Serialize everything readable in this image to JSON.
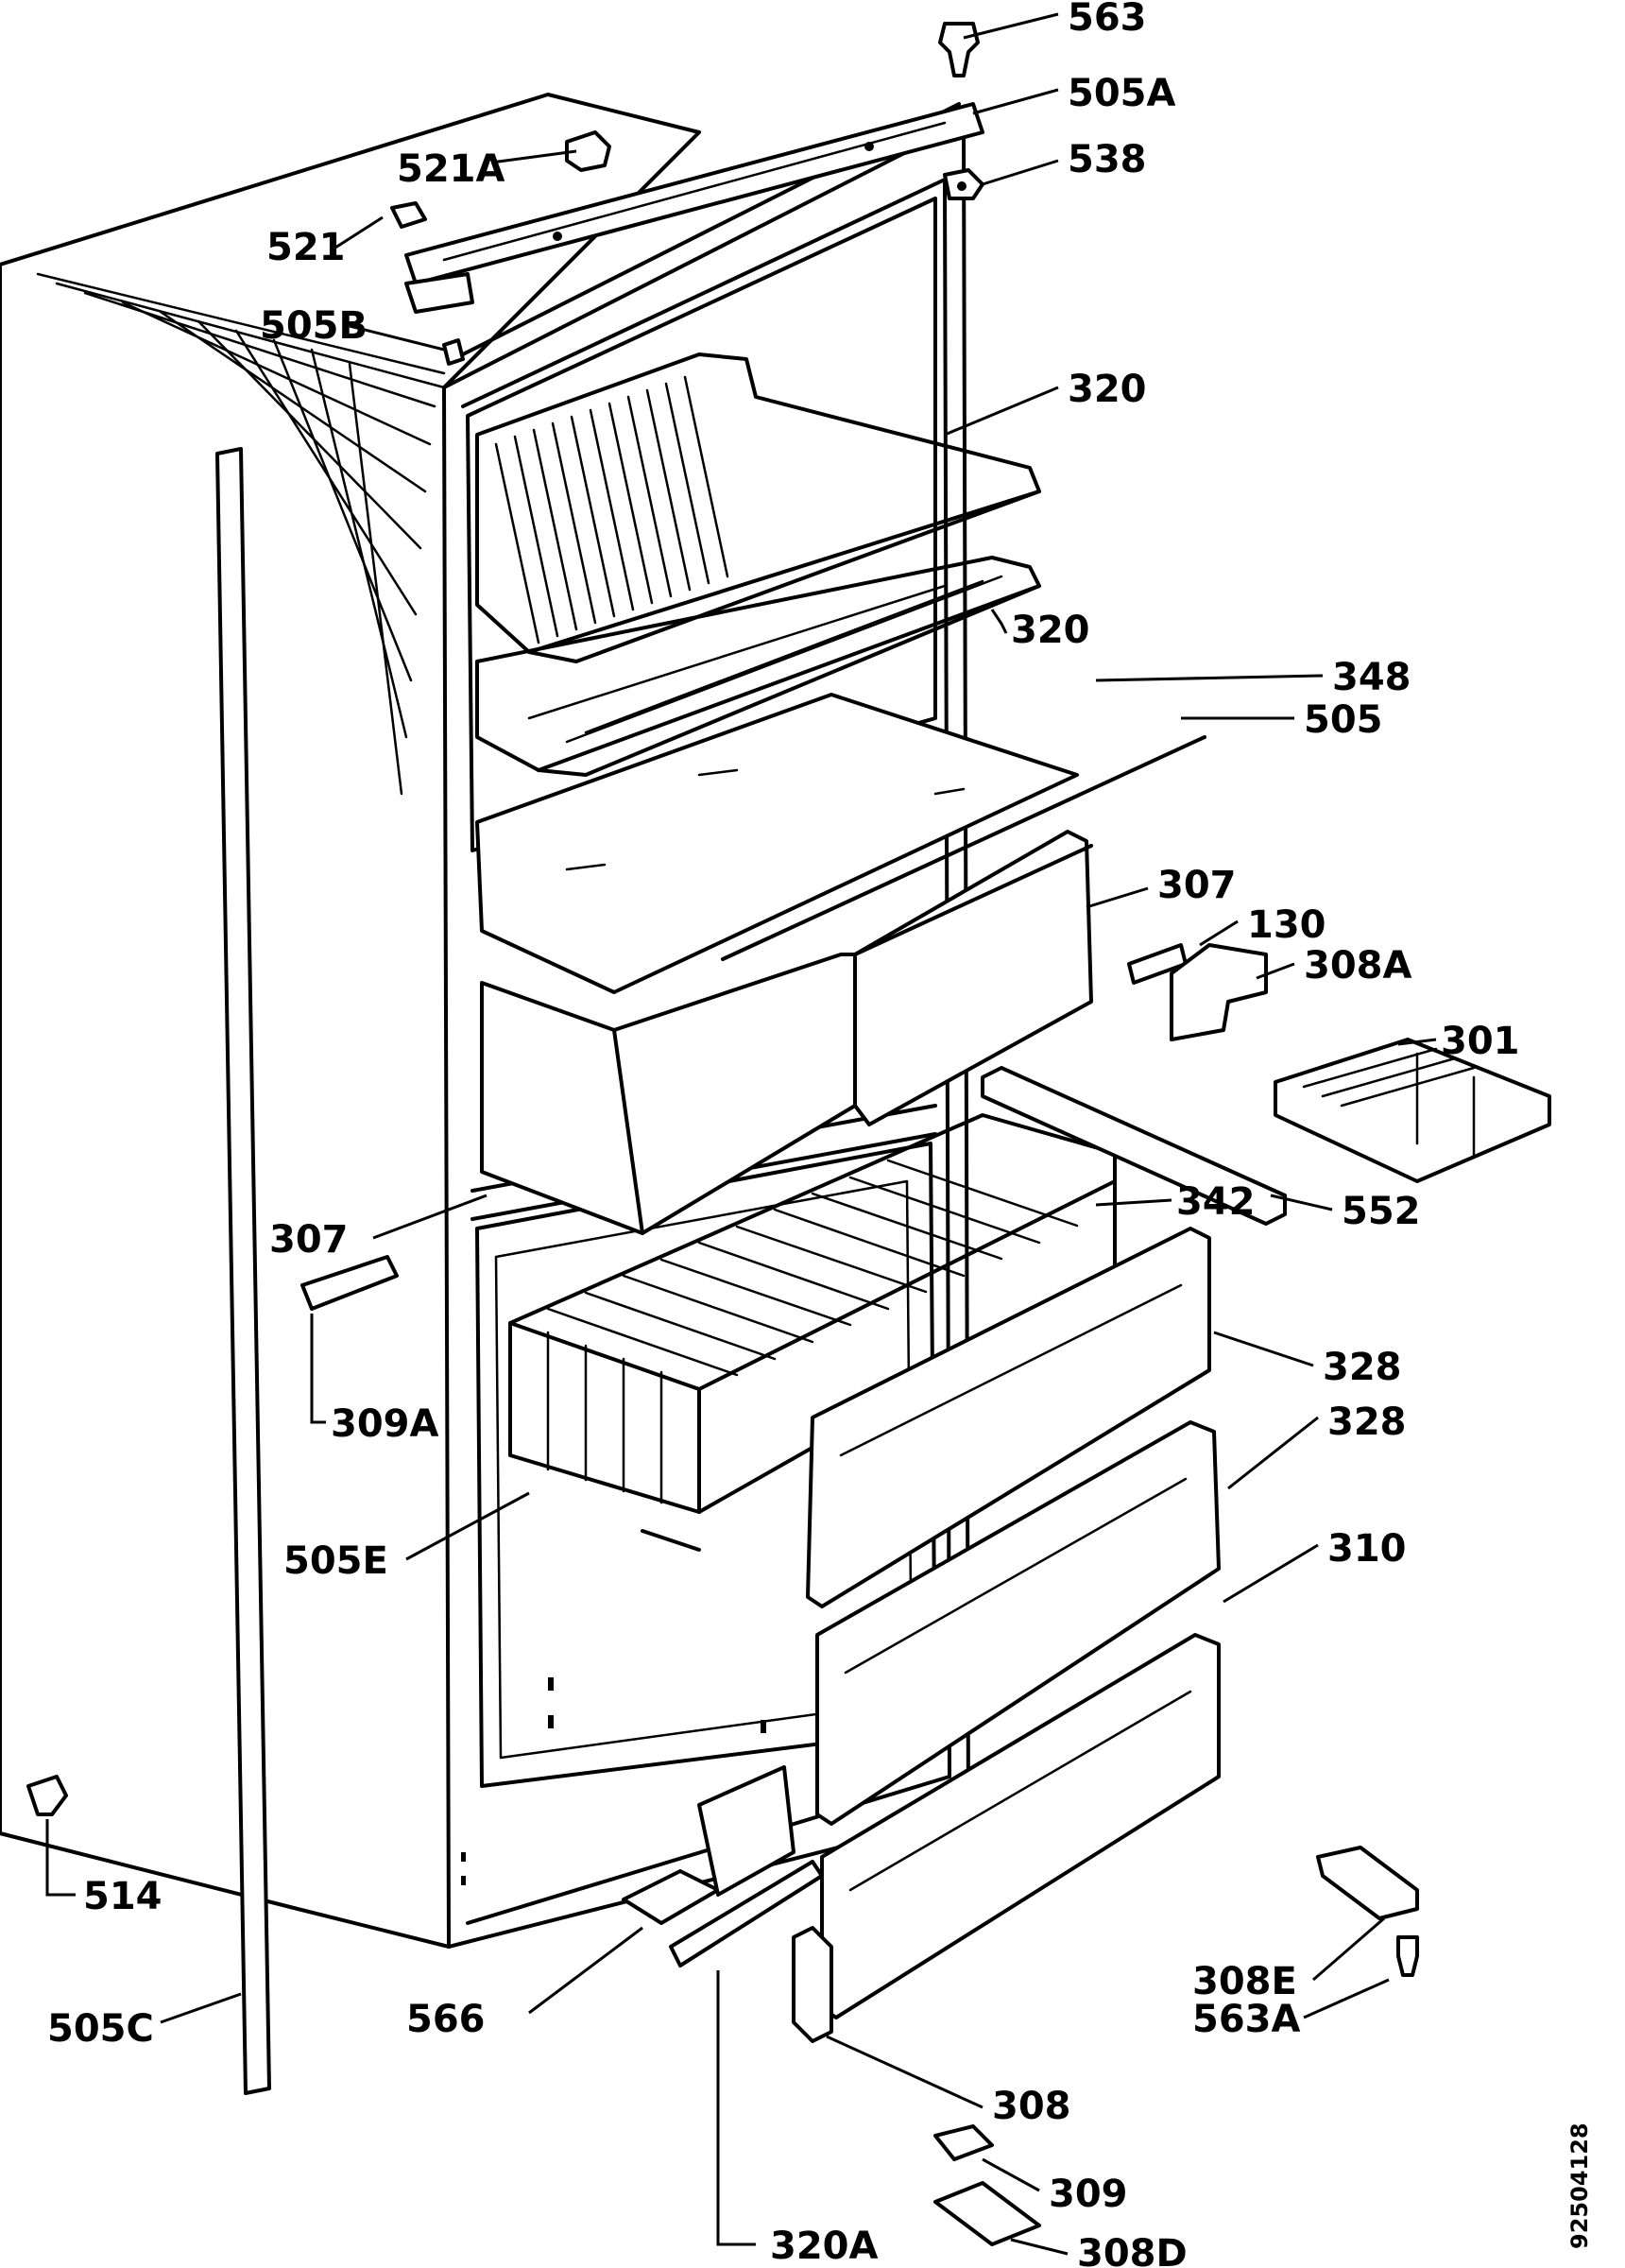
{
  "callouts": [
    {
      "id": "563",
      "label": "563"
    },
    {
      "id": "505A",
      "label": "505A"
    },
    {
      "id": "521A",
      "label": "521A"
    },
    {
      "id": "538",
      "label": "538"
    },
    {
      "id": "521",
      "label": "521"
    },
    {
      "id": "505B",
      "label": "505B"
    },
    {
      "id": "320-upper",
      "label": "320"
    },
    {
      "id": "320-lower",
      "label": "320"
    },
    {
      "id": "348",
      "label": "348"
    },
    {
      "id": "505",
      "label": "505"
    },
    {
      "id": "307-right",
      "label": "307"
    },
    {
      "id": "130",
      "label": "130"
    },
    {
      "id": "308A",
      "label": "308A"
    },
    {
      "id": "301",
      "label": "301"
    },
    {
      "id": "342",
      "label": "342"
    },
    {
      "id": "552",
      "label": "552"
    },
    {
      "id": "307-left",
      "label": "307"
    },
    {
      "id": "309A",
      "label": "309A"
    },
    {
      "id": "328-upper",
      "label": "328"
    },
    {
      "id": "328-lower",
      "label": "328"
    },
    {
      "id": "310",
      "label": "310"
    },
    {
      "id": "505E",
      "label": "505E"
    },
    {
      "id": "514",
      "label": "514"
    },
    {
      "id": "308E",
      "label": "308E"
    },
    {
      "id": "563A",
      "label": "563A"
    },
    {
      "id": "566",
      "label": "566"
    },
    {
      "id": "505C",
      "label": "505C"
    },
    {
      "id": "308",
      "label": "308"
    },
    {
      "id": "309",
      "label": "309"
    },
    {
      "id": "320A",
      "label": "320A"
    },
    {
      "id": "308D",
      "label": "308D"
    }
  ],
  "document_id": "92504128"
}
